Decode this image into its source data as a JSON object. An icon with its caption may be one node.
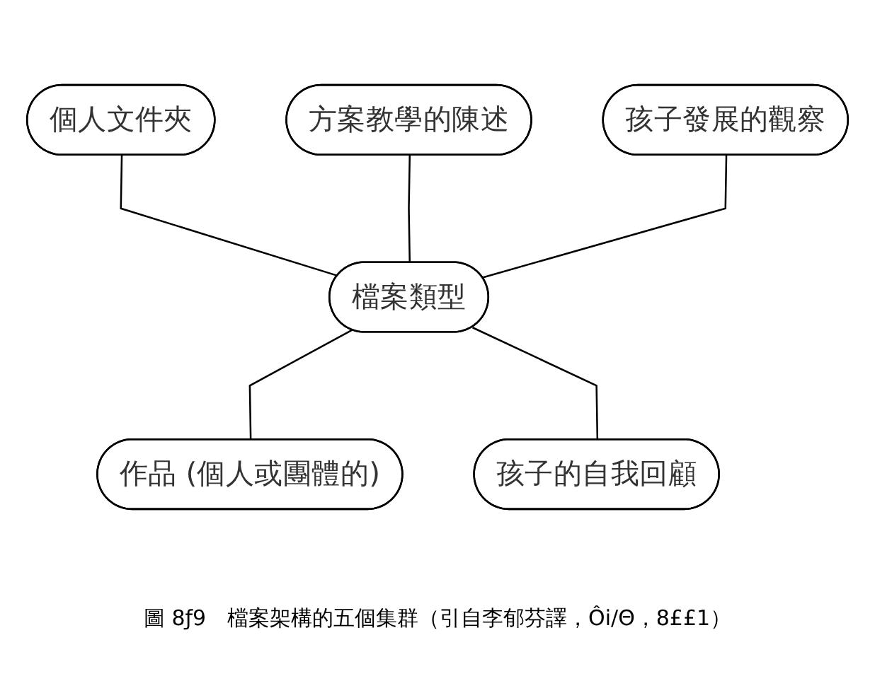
{
  "diagram": {
    "caption": "圖 8ƒ9　檔案架構的五個集群（引自李郁芬譯，Ôi/Θ，8££1）",
    "nodes": [
      {
        "text": [
          "個人文件夾"
        ]
      },
      {
        "text": [
          "方案教學的陳述"
        ]
      },
      {
        "text": [
          "孩子發展的觀察"
        ]
      },
      {
        "text": [
          "檔案類型"
        ]
      },
      {
        "text": [
          "作品 (個人或團體的)"
        ]
      },
      {
        "text": [
          "孩子的自我回顧"
        ]
      }
    ],
    "edges": [
      {
        "from": 0,
        "to": 3,
        "arrow": "none"
      },
      {
        "from": 1,
        "to": 3,
        "arrow": "none"
      },
      {
        "from": 2,
        "to": 3,
        "arrow": "none"
      },
      {
        "from": 3,
        "to": 4,
        "arrow": "none"
      },
      {
        "from": 3,
        "to": 5,
        "arrow": "none"
      }
    ]
  }
}
